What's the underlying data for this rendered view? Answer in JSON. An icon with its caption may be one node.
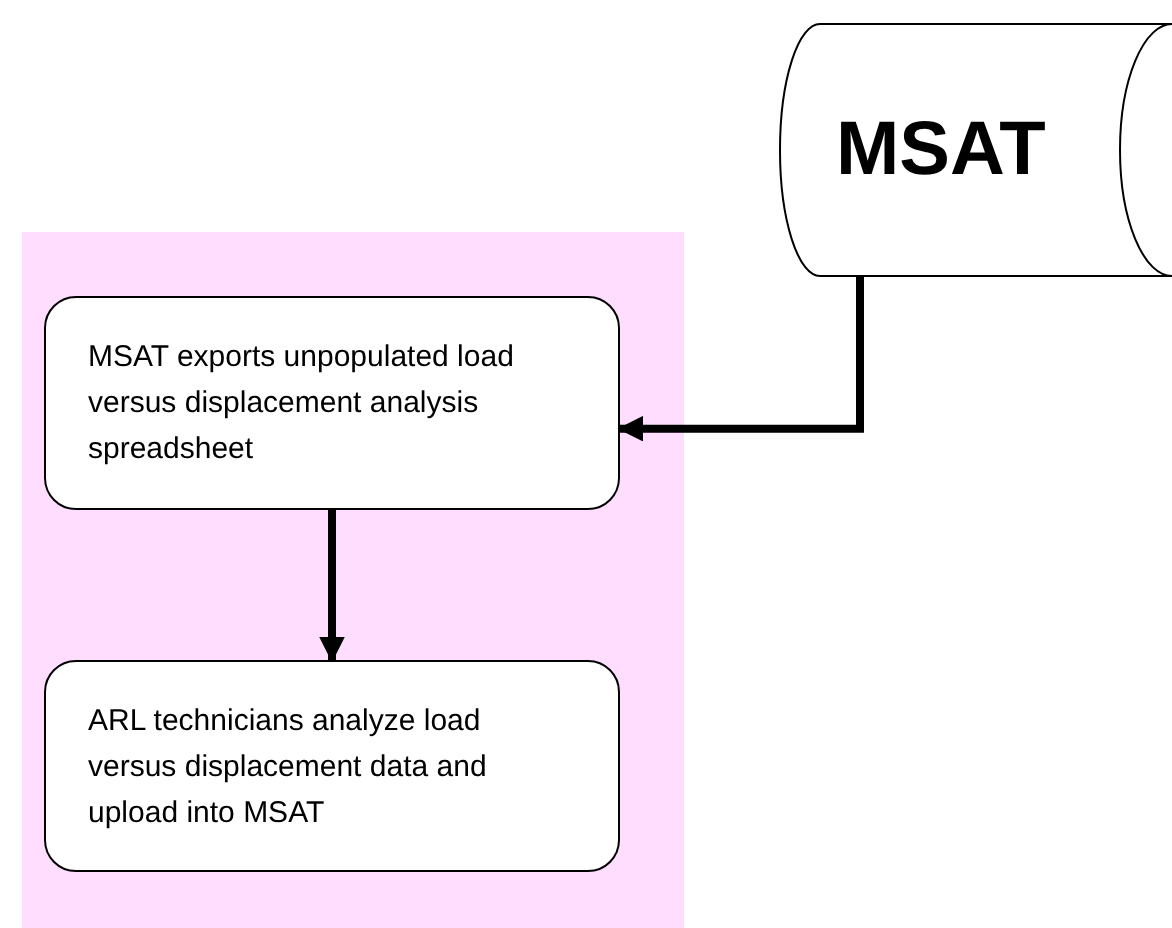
{
  "diagram": {
    "nodes": [
      {
        "text": [
          "MSAT"
        ]
      },
      {
        "text": [],
        "shape": "box"
      },
      {
        "text": [
          "MSAT exports unpopulated load versus displacement analysis spreadsheet"
        ],
        "in": 1
      },
      {
        "text": [
          "ARL technicians analyze load versus displacement data and upload into MSAT"
        ],
        "in": 1
      }
    ],
    "edges": [
      {
        "from": 0,
        "to": 2,
        "arrow": "to"
      },
      {
        "from": 2,
        "to": 3,
        "arrow": "to"
      }
    ]
  }
}
